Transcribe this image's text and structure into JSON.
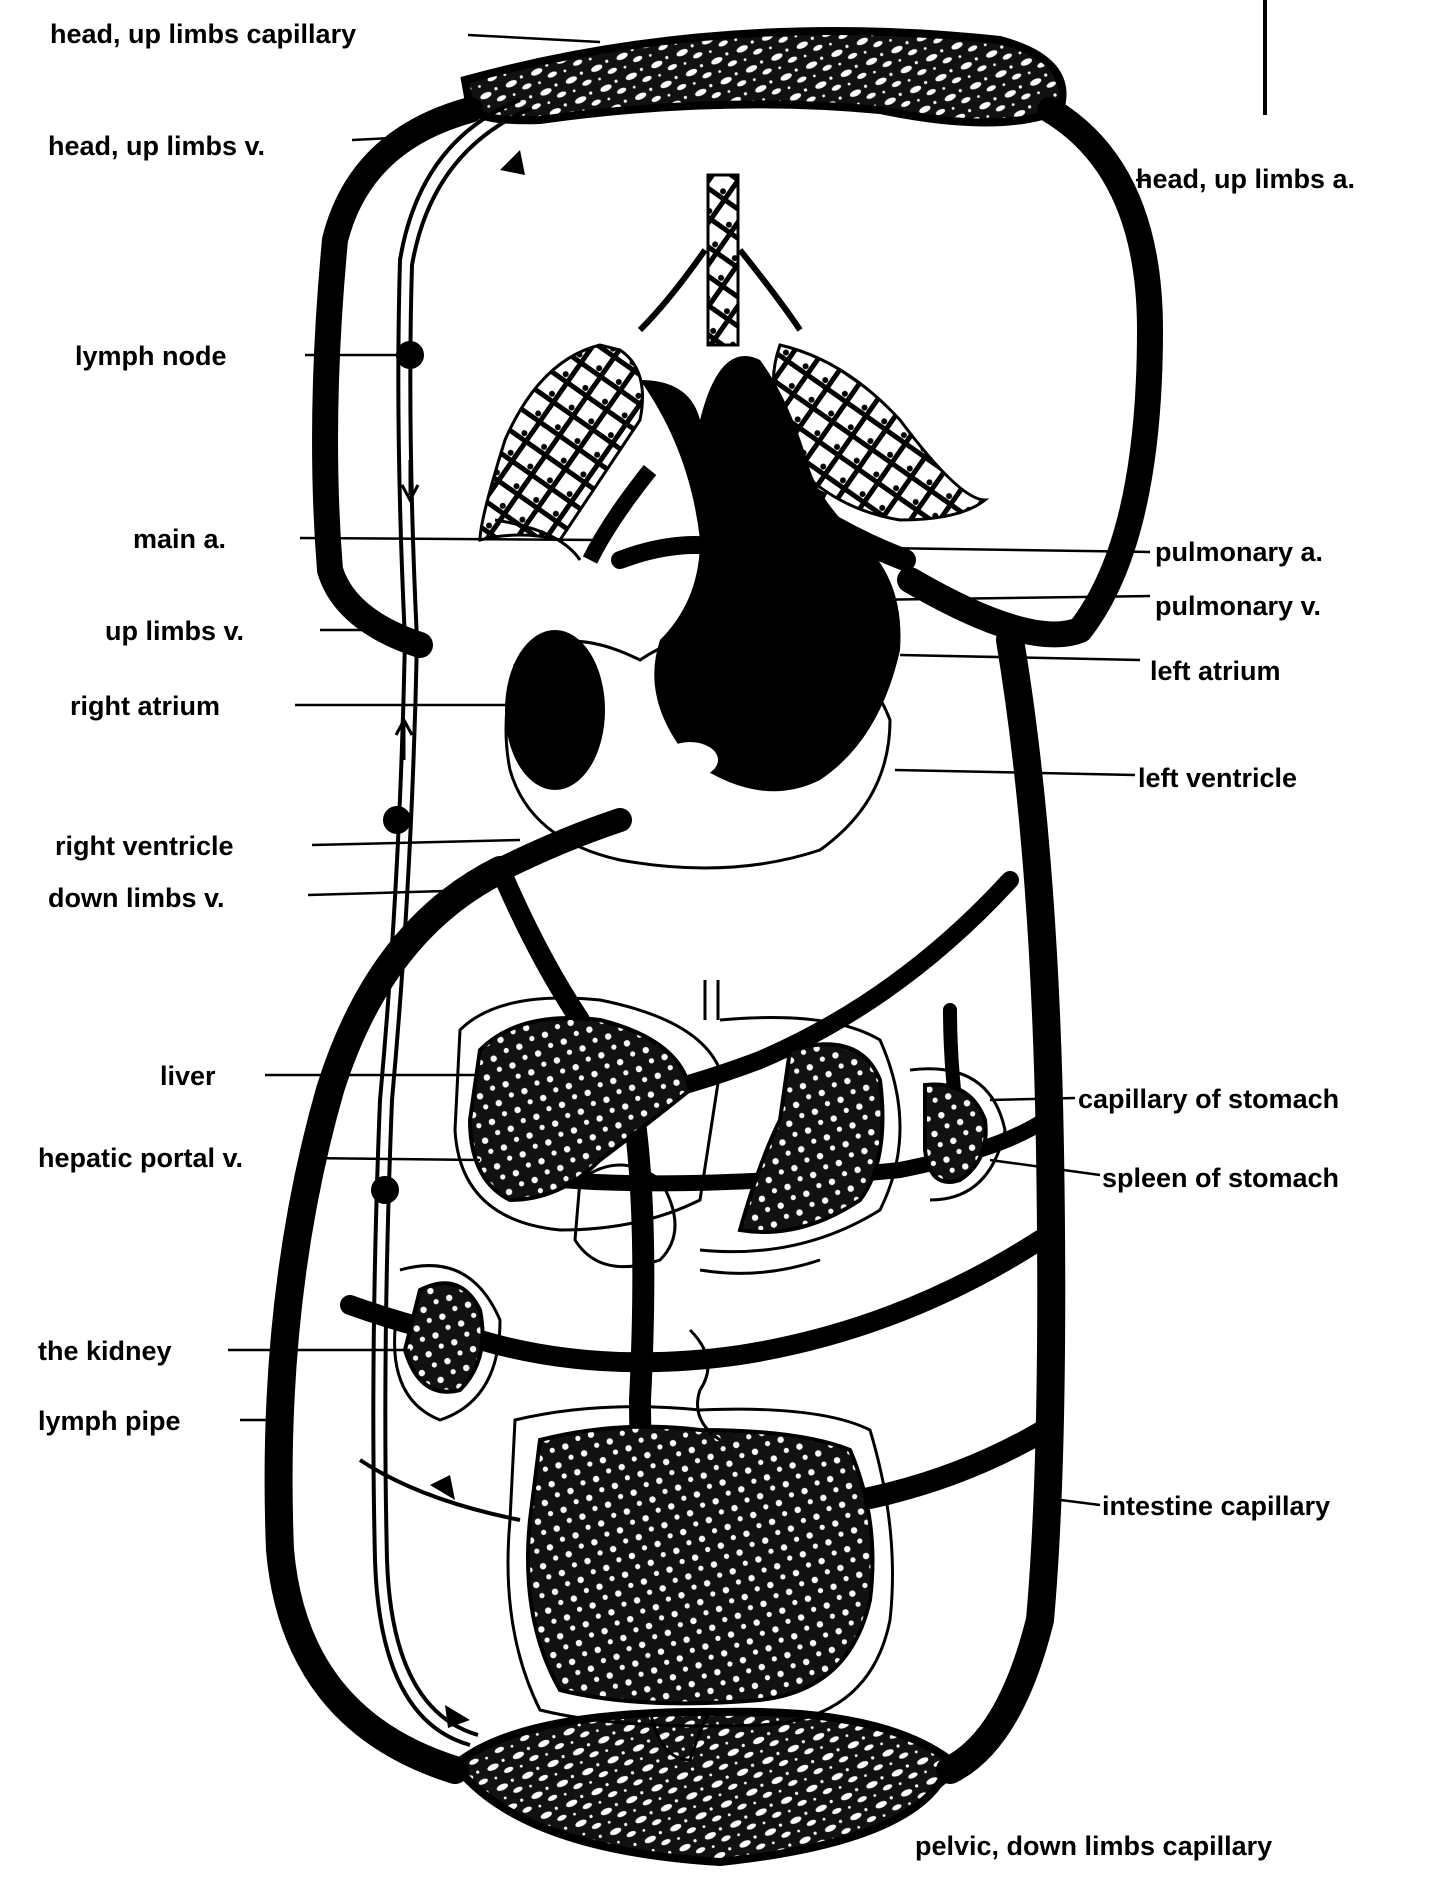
{
  "labels": {
    "head_up_limbs_capillary": "head, up limbs capillary",
    "head_up_limbs_v": "head, up limbs v.",
    "head_up_limbs_a": "head, up limbs a.",
    "lymph_node": "lymph node",
    "main_a": "main a.",
    "pulmonary_a": "pulmonary a.",
    "pulmonary_v": "pulmonary v.",
    "up_limbs_v": "up limbs v.",
    "left_atrium": "left atrium",
    "right_atrium": "right atrium",
    "left_ventricle": "left ventricle",
    "right_ventricle": "right ventricle",
    "down_limbs_v": "down limbs v.",
    "liver": "liver",
    "capillary_of_stomach": "capillary of stomach",
    "hepatic_portal_v": "hepatic portal v.",
    "spleen_of_stomach": "spleen of stomach",
    "the_kidney": "the kidney",
    "lymph_pipe": "lymph pipe",
    "intestine_capillary": "intestine capillary",
    "pelvic_down_limbs_capillary": "pelvic, down limbs capillary"
  },
  "colors": {
    "ink": "#000000",
    "paper": "#ffffff",
    "hatch": "#111111"
  }
}
